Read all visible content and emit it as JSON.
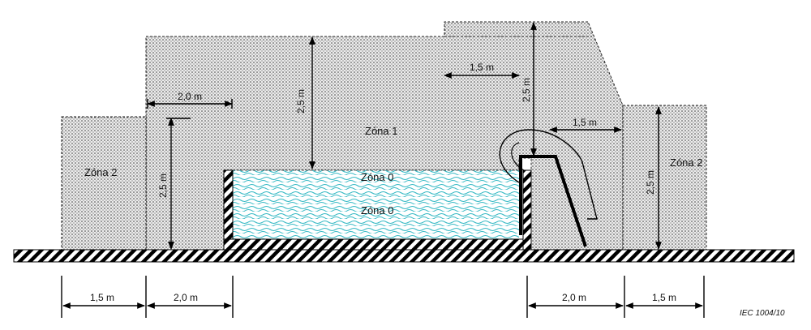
{
  "colors": {
    "water": "#35b9c4",
    "zone_fill": "#e9e9e9",
    "stipple": "#333333",
    "hatch": "#000000"
  },
  "zones": {
    "zone1": "Zóna 1",
    "zone0_upper": "Zóna 0",
    "zone0_lower": "Zóna 0",
    "zone2_left": "Zóna 2",
    "zone2_right": "Zóna 2"
  },
  "dimensions": {
    "top_left_width": "2,0 m",
    "height_above_pool": "2,5 m",
    "top_right_offset": "1,5 m",
    "height_above_slide": "2,5 m",
    "right_gap": "1,5 m",
    "left_zone1_height": "2,5 m",
    "right_zone2_height": "2,5 m",
    "bottom_left_1": "1,5 m",
    "bottom_left_2": "2,0 m",
    "bottom_right_1": "2,0 m",
    "bottom_right_2": "1,5 m"
  },
  "reference": "IEC  1004/10"
}
